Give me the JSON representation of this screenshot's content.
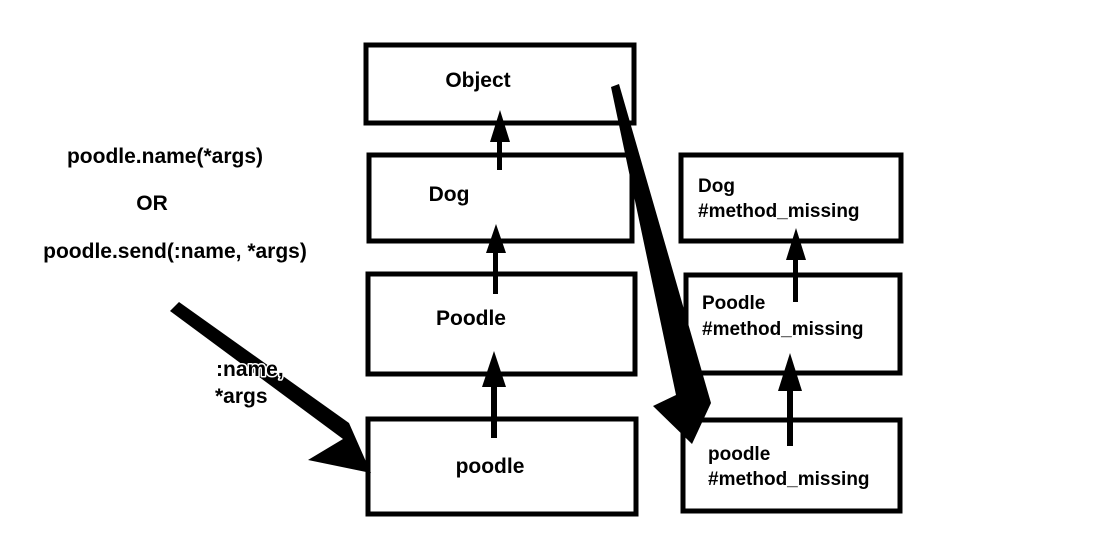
{
  "call_expressions": {
    "line1": "poodle.name(*args)",
    "or": "OR",
    "line2": "poodle.send(:name, *args)"
  },
  "message": {
    "line1": ":name,",
    "line2": "*args"
  },
  "hierarchy": {
    "object": "Object",
    "dog": "Dog",
    "poodle_class": "Poodle",
    "poodle_instance": "poodle"
  },
  "method_missing": {
    "dog": {
      "owner": "Dog",
      "method": "#method_missing"
    },
    "poodle_class": {
      "owner": "Poodle",
      "method": "#method_missing"
    },
    "poodle_instance": {
      "owner": "poodle",
      "method": "#method_missing"
    }
  },
  "colors": {
    "ink": "#000000",
    "background": "#ffffff"
  }
}
